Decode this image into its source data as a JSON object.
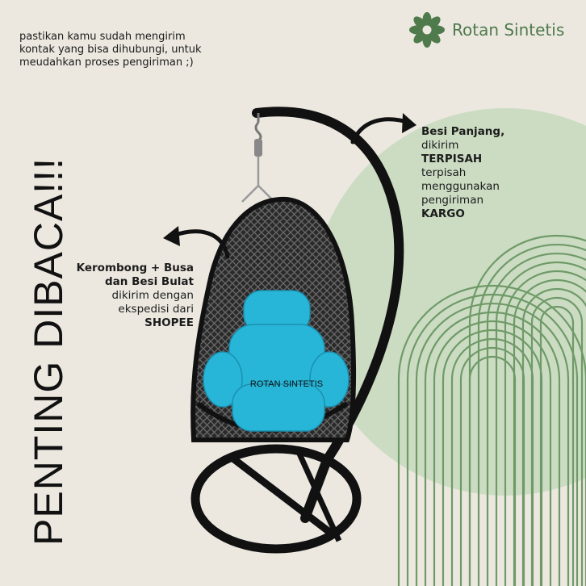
{
  "brand": {
    "name": "Rotan Sintetis",
    "icon": "flower-logo-icon",
    "color": "#4e7a4c"
  },
  "note": "pastikan kamu sudah mengirim kontak yang bisa dihubungi, untuk meudahkan proses pengiriman ;)",
  "title": "PENTING DIBACA!!!",
  "right_block": {
    "heading": "Besi Panjang,",
    "line1": "dikirim",
    "emphasis": "TERPISAH",
    "line2": "terpisah",
    "line3": "menggunakan",
    "line4": "pengiriman",
    "method": "KARGO"
  },
  "left_block": {
    "heading1": "Kerombong + Busa",
    "heading2": "dan Besi Bulat",
    "line1": "dikirim dengan",
    "line2": "ekspedisi dari",
    "method": "SHOPEE"
  },
  "cushion_label": "ROTAN SINTETIS",
  "colors": {
    "background": "#ece8e0",
    "green_circle": "#cbdcc3",
    "arch_lines": "#6f9a68",
    "cushion": "#27b6d8",
    "frame": "#111111"
  }
}
